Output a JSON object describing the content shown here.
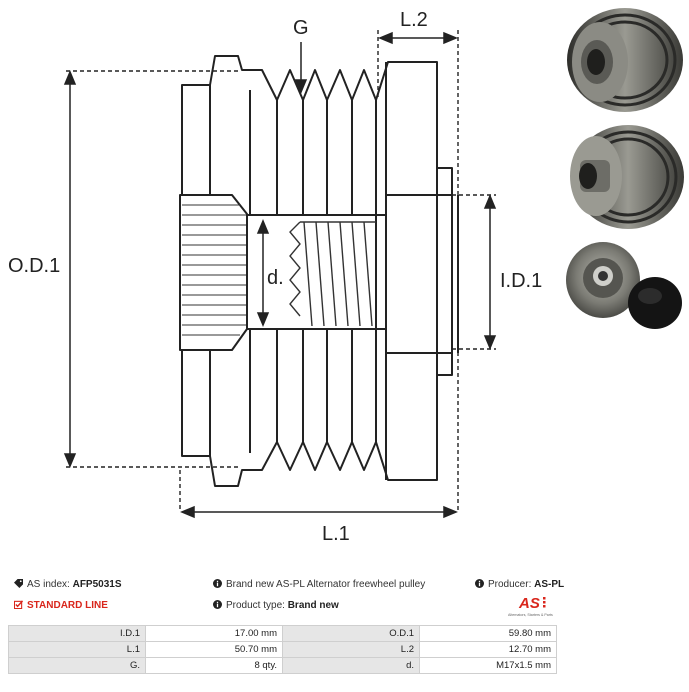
{
  "drawing": {
    "labels": {
      "g": "G",
      "l2": "L.2",
      "od1": "O.D.1",
      "id1": "I.D.1",
      "d": "d.",
      "l1": "L.1"
    }
  },
  "info": {
    "as_index_label": "AS index:",
    "as_index_value": "AFP5031S",
    "line": "STANDARD LINE",
    "description": "Brand new AS-PL Alternator freewheel pulley",
    "product_type_label": "Product type:",
    "product_type_value": "Brand new",
    "producer_label": "Producer:",
    "producer_value": "AS-PL"
  },
  "logo": {
    "mark": "AS",
    "tagline": "Alternators, Starters & Parts",
    "color": "#d9261c"
  },
  "specs": [
    {
      "k1": "I.D.1",
      "v1": "17.00 mm",
      "k2": "O.D.1",
      "v2": "59.80 mm"
    },
    {
      "k1": "L.1",
      "v1": "50.70 mm",
      "k2": "L.2",
      "v2": "12.70 mm"
    },
    {
      "k1": "G.",
      "v1": "8 qty.",
      "k2": "d.",
      "v2": "M17x1.5 mm"
    }
  ]
}
